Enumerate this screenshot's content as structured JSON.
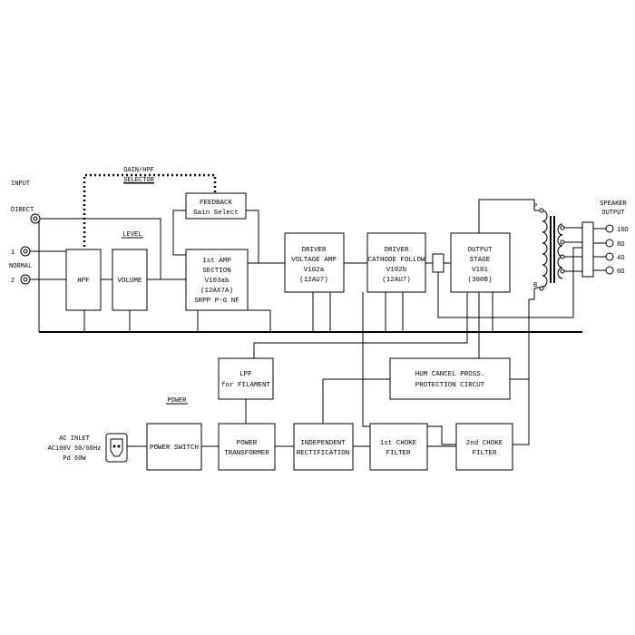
{
  "labels": {
    "input": "INPUT",
    "direct": "DIRECT",
    "normal": "NORMAL",
    "jack1": "1",
    "jack2": "2",
    "gain_hpf": "GAIN/HPF",
    "selector": "SELECTOR",
    "level": "LEVEL",
    "power": "POWER",
    "speaker": "SPEAKER",
    "output": "OUTPUT",
    "ohm16": "16Ω",
    "ohm8": "8Ω",
    "ohm4": "4Ω",
    "ohm0": "0Ω",
    "p": "P",
    "b": "B",
    "ac1": "AC INLET",
    "ac2": "AC100V 50/60Hz",
    "ac3": "Pd 60W"
  },
  "blocks": {
    "hpf": [
      "HPF"
    ],
    "volume": [
      "VOLUME"
    ],
    "feedback": [
      "FEEDBACK",
      "Gain Select"
    ],
    "amp1": [
      "1st AMP",
      "SECTION",
      "V103ab",
      "(12AX7A)",
      "SRPP P-G NF"
    ],
    "driver_va": [
      "DRIVER",
      "VOLTAGE AMP",
      "V102a",
      "(12AU7)"
    ],
    "driver_cf": [
      "DRIVER",
      "CATHODE FOLLOW",
      "V102b",
      "(12AU7)"
    ],
    "output_stage": [
      "OUTPUT",
      "STAGE",
      "V101",
      "(300B)"
    ],
    "lpf": [
      "LPF",
      "for FILAMENT"
    ],
    "hum": [
      "HUM CANCEL PROSS.",
      "PROTECTION CIRCUT"
    ],
    "power_switch": [
      "POWER SWITCH"
    ],
    "power_transformer": [
      "POWER",
      "TRANSFORMER"
    ],
    "rectification": [
      "INDEPENDENT",
      "RECTIFICATION"
    ],
    "choke1": [
      "1st CHOKE",
      "FILTER"
    ],
    "choke2": [
      "2nd CHOKE",
      "FILTER"
    ]
  }
}
